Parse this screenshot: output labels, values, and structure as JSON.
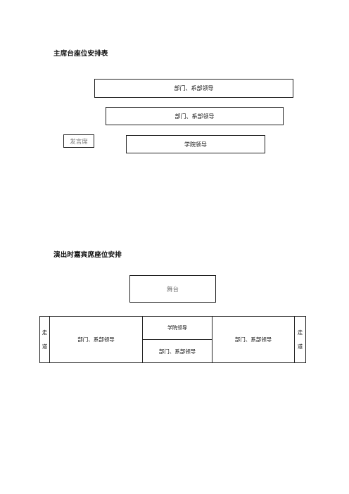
{
  "section1": {
    "title": "主席台座位安排表",
    "row1_label": "部门、系部领导",
    "row2_label": "部门、系部领导",
    "speaker_label": "发言席",
    "row3_label": "学院领导"
  },
  "section2": {
    "title": "演出时嘉宾席座位安排",
    "stage_label": "舞台",
    "left_aisle": [
      "走",
      "道"
    ],
    "left_dept_label": "部门、系部领导",
    "center_top_label": "学院领导",
    "center_bottom_label": "部门、系部领导",
    "right_dept_label": "部门、系部领导",
    "right_aisle": [
      "走",
      "道"
    ]
  }
}
